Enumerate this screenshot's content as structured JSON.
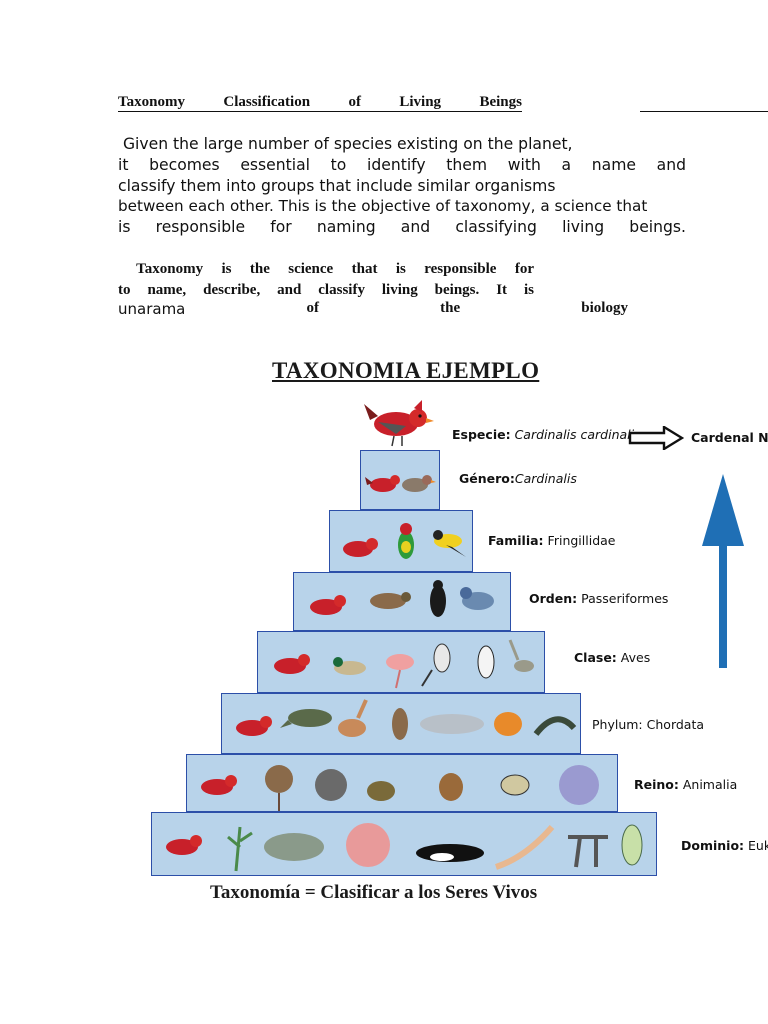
{
  "heading": {
    "words": [
      "Taxonomy",
      "Classification",
      "of",
      "Living",
      "Beings"
    ]
  },
  "paragraph1": {
    "lines": [
      " Given the large number of species existing on the planet,",
      "it becomes essential to identify them with a name and",
      "classify them into groups that include similar organisms",
      "between each other. This is the objective of taxonomy, a science that",
      "is responsible for naming and classifying living beings."
    ]
  },
  "paragraph2": {
    "lines": [
      " Taxonomy is the science that is responsible for",
      "to name, describe, and classify living beings. It is"
    ]
  },
  "paragraph3": {
    "words": [
      "unarama",
      "of",
      "the",
      "biology"
    ]
  },
  "figure": {
    "title": "TAXONOMIA EJEMPLO",
    "caption": "Taxonomía = Clasificar a los Seres Vivos",
    "arrow_label": "Cardenal No",
    "colors": {
      "tier_fill": "#b8d3ea",
      "tier_border": "#2c4fa8",
      "up_arrow": "#1f6fb5",
      "cardinal": "#c8202a"
    },
    "ranks": [
      {
        "rank": "Especie:",
        "value": "Cardinalis cardinalis",
        "italic": true
      },
      {
        "rank": "Género:",
        "value": "Cardinalis",
        "italic": true
      },
      {
        "rank": "Familia:",
        "value": "Fringillidae",
        "italic": false
      },
      {
        "rank": "Orden:",
        "value": "Passeriformes",
        "italic": false
      },
      {
        "rank": "Clase:",
        "value": "Aves",
        "italic": false
      },
      {
        "rank": "Phylum:",
        "value": "Chordata",
        "italic": false
      },
      {
        "rank": "Reino:",
        "value": "Animalia",
        "italic": false
      },
      {
        "rank": "Dominio:",
        "value": "Euka",
        "italic": false
      }
    ]
  }
}
